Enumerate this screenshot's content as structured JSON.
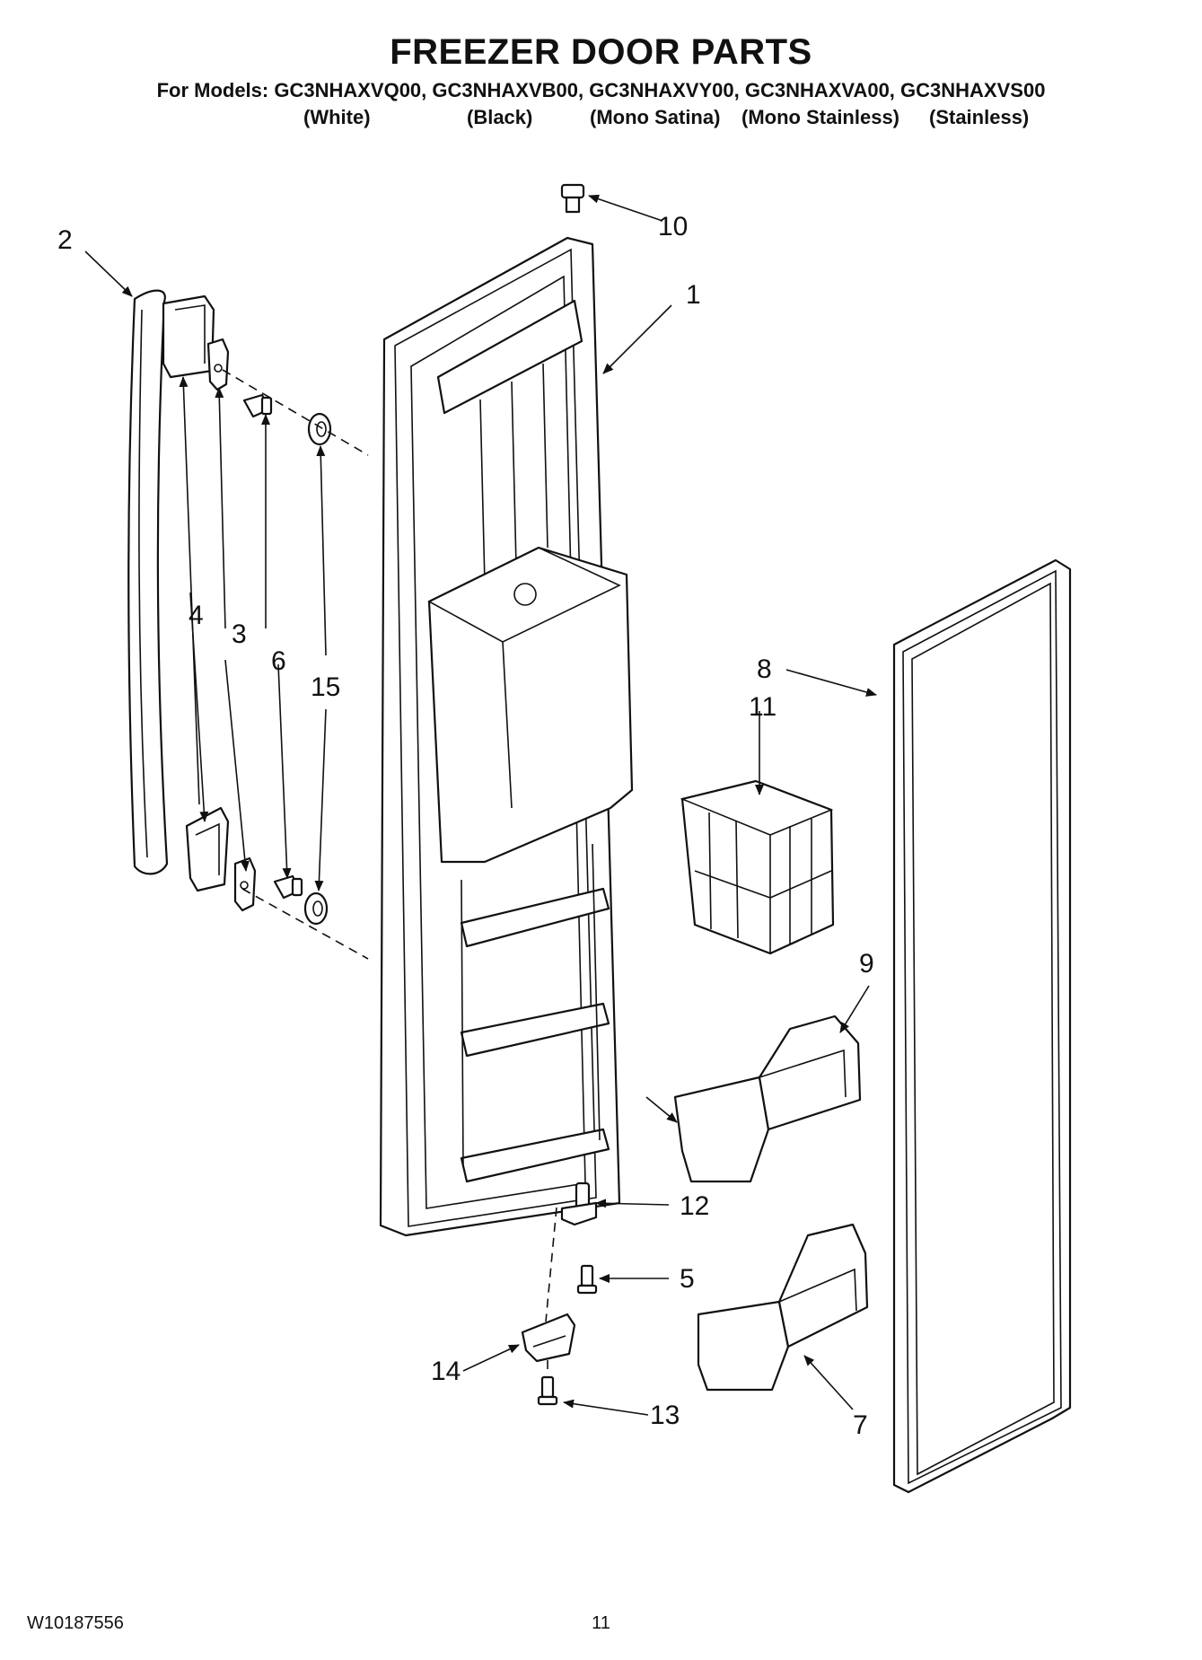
{
  "header": {
    "title": "FREEZER DOOR PARTS",
    "models": "For Models: GC3NHAXVQ00, GC3NHAXVB00, GC3NHAXVY00, GC3NHAXVA00, GC3NHAXVS00",
    "variants": [
      "(White)",
      "(Black)",
      "(Mono Satina)",
      "(Mono Stainless)",
      "(Stainless)"
    ]
  },
  "callouts": [
    "1",
    "2",
    "3",
    "4",
    "5",
    "6",
    "7",
    "8",
    "9",
    "10",
    "11",
    "12",
    "13",
    "14",
    "15"
  ],
  "footer": {
    "doc_number": "W10187556",
    "page": "11"
  }
}
